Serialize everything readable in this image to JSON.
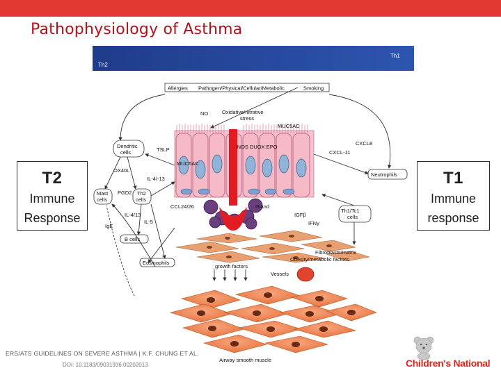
{
  "slide": {
    "title": "Pathophysiology of Asthma"
  },
  "left_box": {
    "heading": "T2",
    "line1": "Immune",
    "line2": "Response"
  },
  "right_box": {
    "heading": "T1",
    "line1": "Immune",
    "line2": "response"
  },
  "figure": {
    "banner_left": "Th2",
    "banner_right": "Th1",
    "triggers": [
      "Allergies",
      "Pathogen/Physical/Cellular/Metabolic",
      "Smoking"
    ],
    "labels": {
      "no": "NO",
      "oxidative": "Oxidative/nitrative",
      "stress": "stress",
      "muc5ac_top": "MUC5AC",
      "inos": "iNOS DUOX EPO",
      "cxcl8": "CXCL8",
      "cxcl11": "CXCL-11",
      "dendritic_1": "Dendritic",
      "dendritic_2": "cells",
      "tslp": "TSLP",
      "muc5ac_left": "MUC5AC",
      "ox40l": "OX40L",
      "il413": "IL-4/-13",
      "neutrophils": "Neutrophils",
      "mast_1": "Mast",
      "mast_2": "cells",
      "pgd2": "PGD2",
      "th2_1": "Th2",
      "th2_2": "cells",
      "ccl2426": "CCL24/26",
      "gland": "Gland",
      "igfb": "IGFβ",
      "th1_1": "Th1/Tc1",
      "th1_2": "cells",
      "il413b": "IL-4/13",
      "il5": "IL-5",
      "ifng": "IFNγ",
      "ige": "IgE",
      "bcells": "B cells",
      "fibroblasts": "Fibroblasts/matrix",
      "obesity": "Obesity/metabolic factors",
      "eosinophils": "Eosinophils",
      "growth": "growth factors",
      "vessels": "Vessels",
      "asm": "Airway smooth muscle"
    }
  },
  "citation": "ERS/ATS GUIDELINES ON SEVERE ASTHMA | K.F. CHUNG ET AL.",
  "doi": "DOI: 10.1183/09031936.00202013",
  "logo": {
    "text": "Children's National",
    "icon": "teddy-bear-icon"
  },
  "colors": {
    "accent": "#e53935",
    "title": "#b0131b",
    "banner": "#24408e"
  }
}
